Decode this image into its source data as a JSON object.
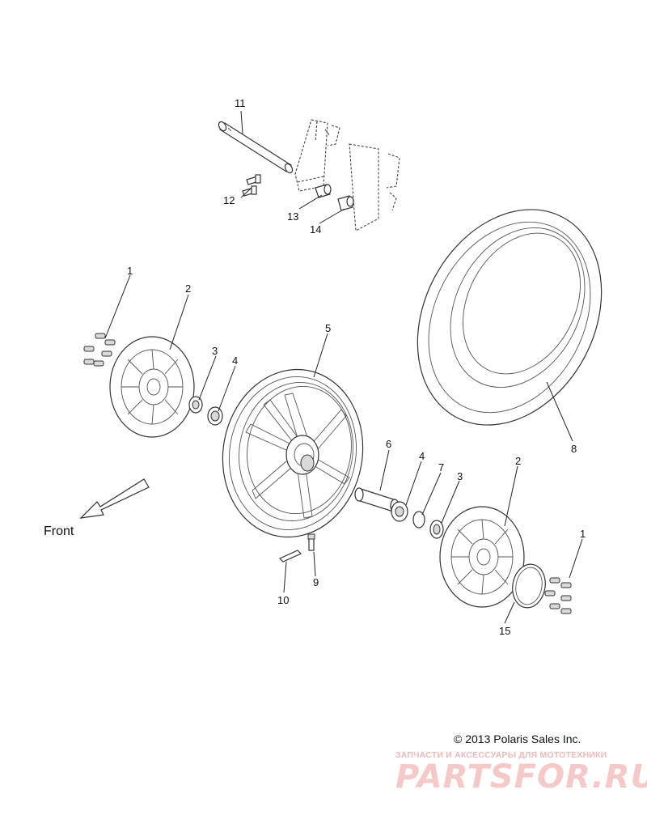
{
  "callouts": {
    "c1a": "1",
    "c2a": "2",
    "c3a": "3",
    "c4a": "4",
    "c5": "5",
    "c6": "6",
    "c4b": "4",
    "c7": "7",
    "c3b": "3",
    "c2b": "2",
    "c8": "8",
    "c1b": "1",
    "c9": "9",
    "c10": "10",
    "c11": "11",
    "c12": "12",
    "c13": "13",
    "c14": "14",
    "c15": "15"
  },
  "front_label": "Front",
  "copyright": "© 2013 Polaris Sales Inc.",
  "watermark": {
    "tagline": "ЗАПЧАСТИ И АКСЕССУАРЫ ДЛЯ МОТОТЕХНИКИ",
    "logo": "PARTSFOR.RU",
    "color": "#f3b7b7"
  }
}
